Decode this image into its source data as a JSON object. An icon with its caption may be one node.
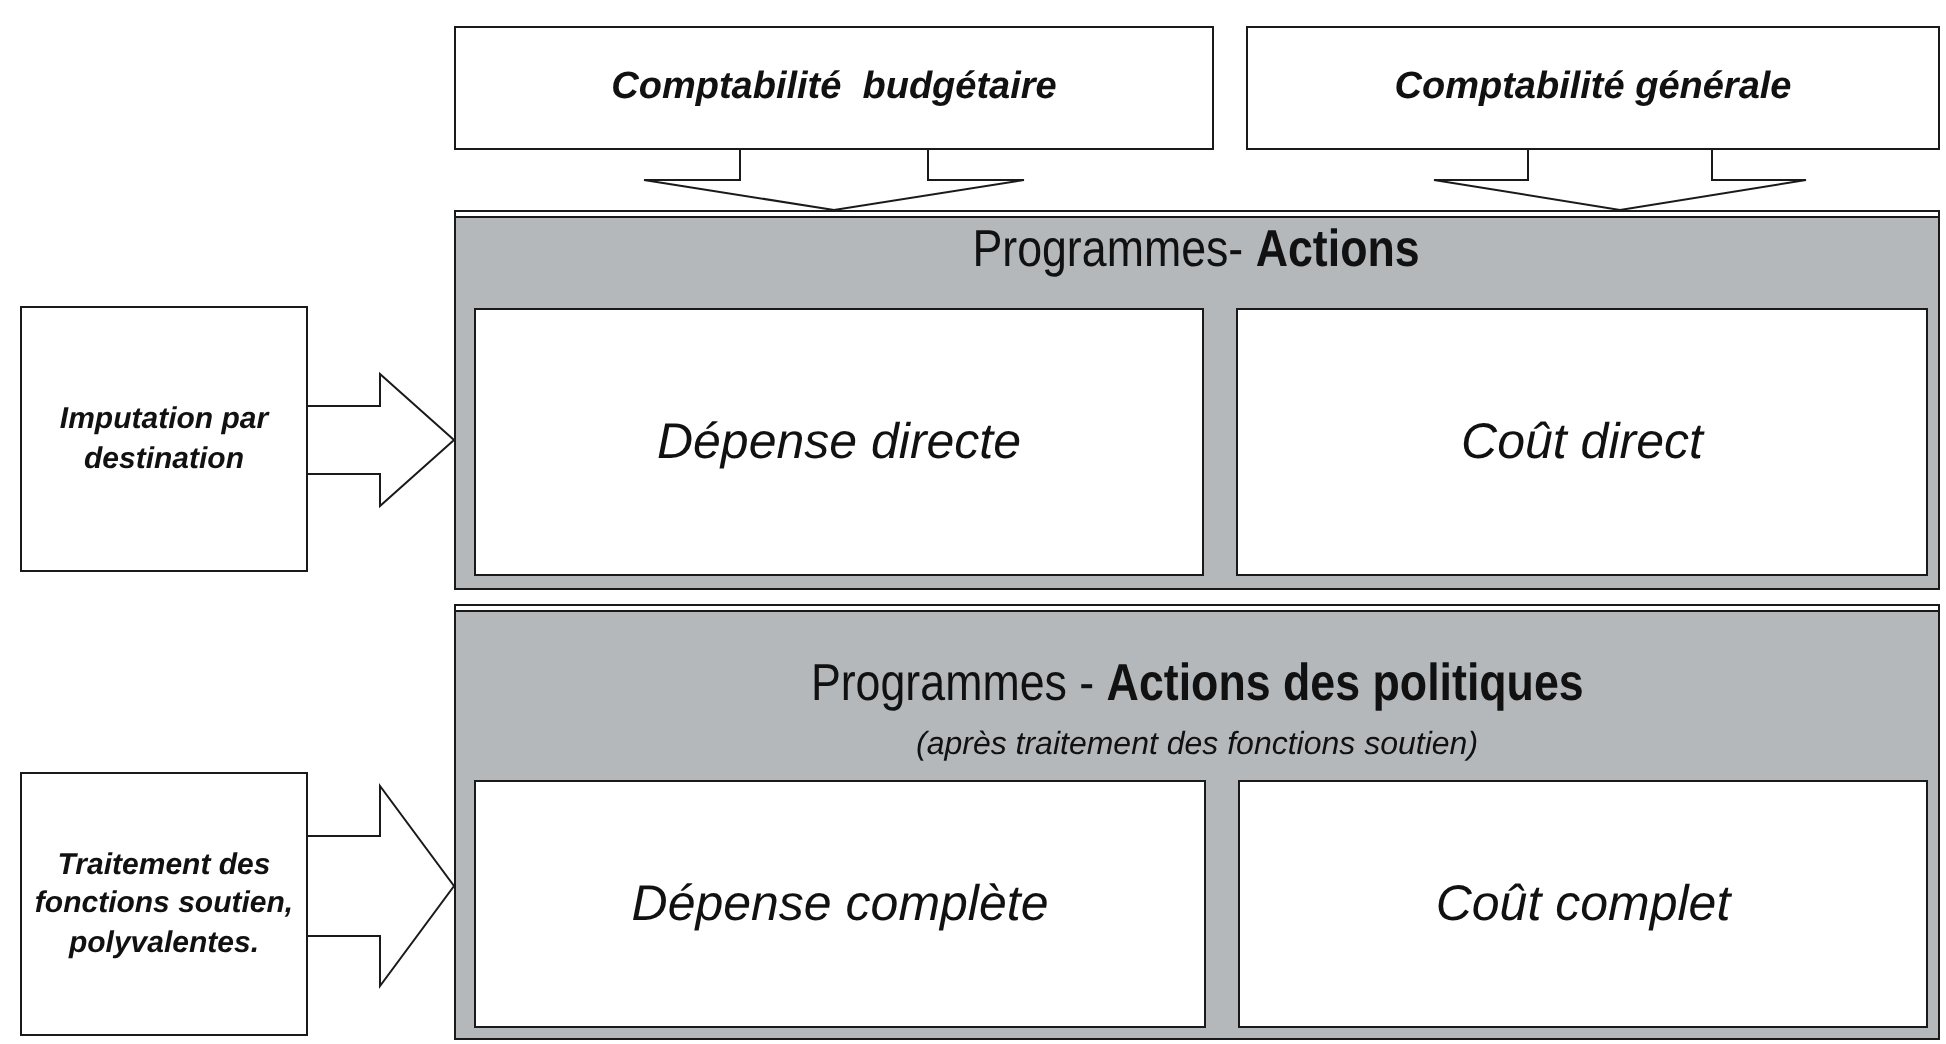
{
  "diagram": {
    "nodes": [
      {
        "text": [
          "Comptabilité  budgétaire"
        ]
      },
      {
        "text": [
          "Comptabilité générale"
        ]
      },
      {
        "text": [
          "Programmes- **Actions**"
        ]
      },
      {
        "text": [
          "Dépense directe"
        ],
        "in": 2
      },
      {
        "text": [
          "Coût direct"
        ],
        "in": 2
      },
      {
        "text": [
          "Imputation par destination"
        ]
      },
      {
        "text": [
          "Programmes - **Actions des politiques**",
          "(après traitement des fonctions soutien)"
        ]
      },
      {
        "text": [
          "Dépense complète"
        ],
        "in": 6
      },
      {
        "text": [
          "Coût complet"
        ],
        "in": 6
      },
      {
        "text": [
          "Traitement des fonctions soutien, polyvalentes."
        ]
      }
    ],
    "edges": [
      {
        "from": 0,
        "to": 2,
        "arrow": "to"
      },
      {
        "from": 1,
        "to": 2,
        "arrow": "to"
      },
      {
        "from": 5,
        "to": 2,
        "arrow": "to"
      },
      {
        "from": 9,
        "to": 6,
        "arrow": "to"
      }
    ]
  }
}
